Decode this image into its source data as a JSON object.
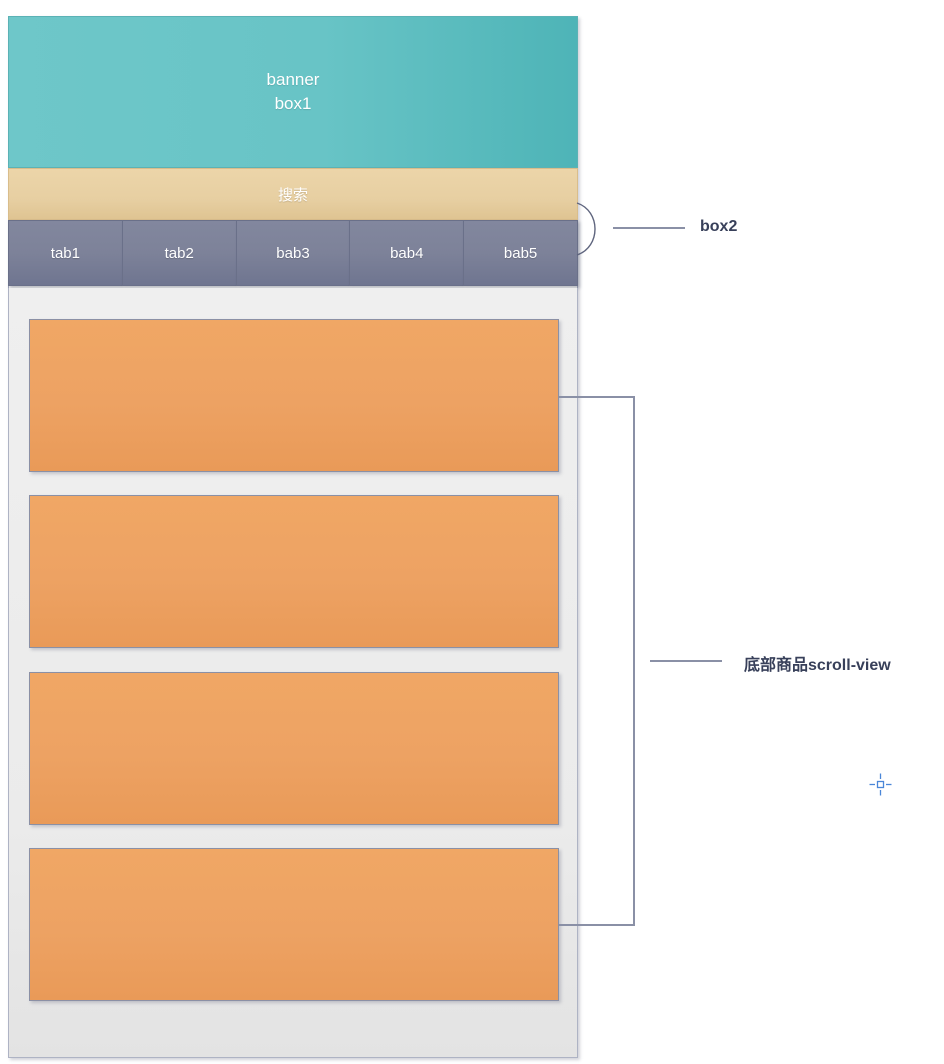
{
  "diagram": {
    "title": "Mobile page layout wireframe",
    "colors": {
      "banner": "#68c4c6",
      "search": "#e7cfa2",
      "tab": "#7d8299",
      "card": "#eda263",
      "container": "#ececec",
      "stroke": "#8a90a6",
      "label_text": "#38405a",
      "crosshair": "#4a86d8"
    }
  },
  "banner": {
    "line1": "banner",
    "line2": "box1"
  },
  "search": {
    "label": "搜索"
  },
  "tabs": [
    {
      "label": "tab1"
    },
    {
      "label": "tab2"
    },
    {
      "label": "bab3"
    },
    {
      "label": "bab4"
    },
    {
      "label": "bab5"
    }
  ],
  "scrollview": {
    "cards": [
      {
        "label": ""
      },
      {
        "label": ""
      },
      {
        "label": ""
      },
      {
        "label": ""
      }
    ]
  },
  "annotations": [
    {
      "id": "box2",
      "label": "box2"
    },
    {
      "id": "scroll-view",
      "label": "底部商品scroll-view"
    }
  ]
}
